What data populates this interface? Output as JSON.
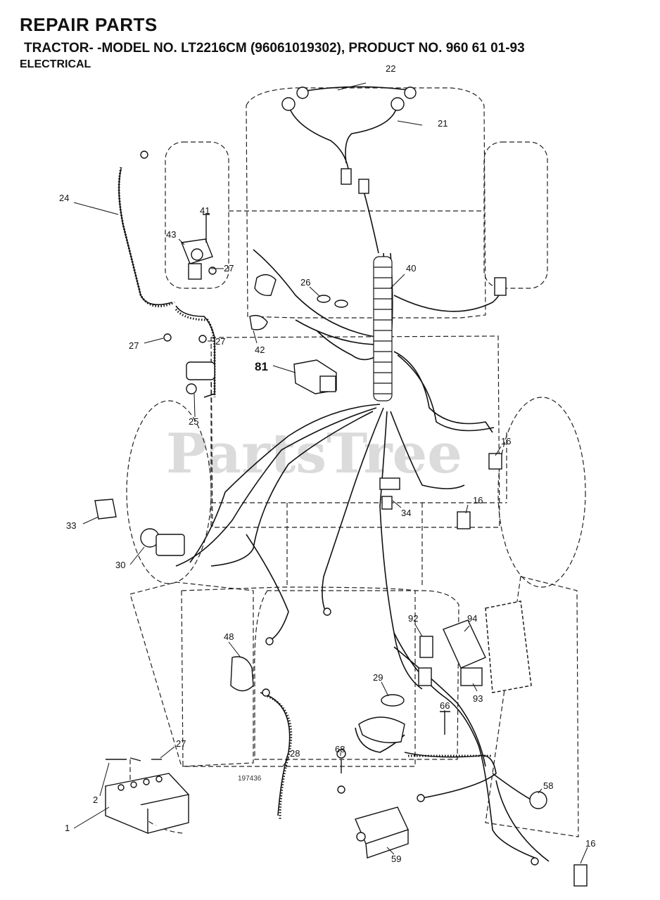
{
  "header": {
    "title": "REPAIR PARTS",
    "subtitle": "TRACTOR- -MODEL NO. LT2216CM (96061019302), PRODUCT NO. 960 61 01-93",
    "section": "ELECTRICAL"
  },
  "watermark": "PartsTree",
  "drawing_number": "197436",
  "callouts": {
    "c22": "22",
    "c21": "21",
    "c24": "24",
    "c41": "41",
    "c43": "43",
    "c27a": "27",
    "c40": "40",
    "c26": "26",
    "c27b": "27",
    "c27c": "27",
    "c42": "42",
    "c81": "81",
    "c25": "25",
    "c16a": "16",
    "c16b": "16",
    "c34": "34",
    "c33": "33",
    "c30": "30",
    "c92": "92",
    "c94": "94",
    "c48": "48",
    "c29": "29",
    "c93": "93",
    "c66": "66",
    "c27d": "27",
    "c28": "28",
    "c68": "68",
    "c2": "2",
    "c58": "58",
    "c1": "1",
    "c59": "59",
    "c16c": "16"
  }
}
